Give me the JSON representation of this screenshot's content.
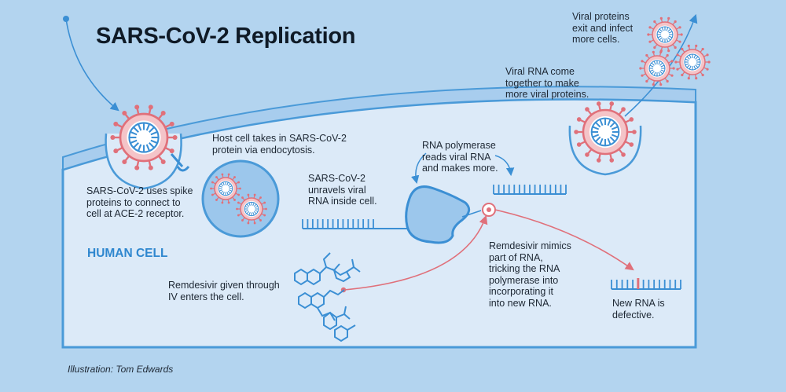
{
  "title": "SARS-CoV-2 Replication",
  "cell_label": "HUMAN CELL",
  "labels": {
    "spike": "SARS-CoV-2 uses spike\nproteins to connect to\ncell at ACE-2 receptor.",
    "endocytosis": "Host cell takes in SARS-CoV-2\nprotein via endocytosis.",
    "unravels": "SARS-CoV-2\nunravels viral\nRNA inside cell.",
    "polymerase": "RNA polymerase\nreads viral RNA\nand makes more.",
    "viral_rna": "Viral RNA come\ntogether to make\nmore viral proteins.",
    "exit": "Viral proteins\nexit and infect\nmore cells.",
    "remdesivir_iv": "Remdesivir given through\nIV enters the cell.",
    "mimics": "Remdesivir mimics\npart of RNA,\ntricking the RNA\npolymerase into\nincorporating it\ninto new RNA.",
    "defective": "New RNA is\ndefective."
  },
  "credit": "Illustration: Tom Edwards",
  "colors": {
    "background": "#b3d4ef",
    "cell_fill": "#dceaf8",
    "membrane": "#4a9ad8",
    "virus_pink": "#e0707a",
    "virus_light": "#f4c4c8",
    "rna_blue": "#3b8fd4",
    "remdesivir": "#e0707a"
  }
}
